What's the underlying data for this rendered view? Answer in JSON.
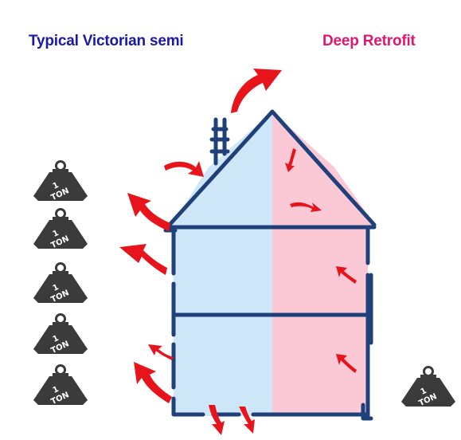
{
  "titles": {
    "left": "Typical Victorian semi",
    "right": "Deep Retrofit"
  },
  "weights": {
    "number": "1",
    "unit": "TON",
    "left_stack_count": 5,
    "right_stack_count": 1
  },
  "colors": {
    "left_title": "#1a1aa6",
    "right_title": "#e0176f",
    "house_outline": "#20407a",
    "left_fill": "#cde6f8",
    "right_fill": "#fbc9d5",
    "heat_arrow": "#e8141c",
    "weight": "#3b3b3b"
  },
  "icons": {
    "heat_loss": "curved-arrow",
    "weight": "kettlebell-weight"
  }
}
